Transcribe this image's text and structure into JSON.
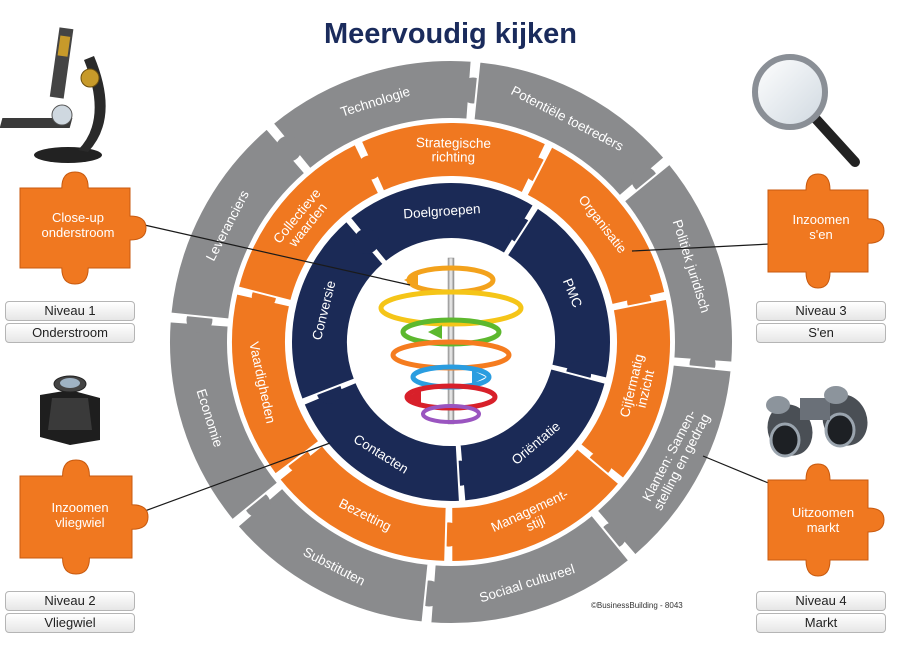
{
  "title": "Meervoudig kijken",
  "copyright": "©BusinessBuilding - 8043",
  "outer_ring": [
    "Technologie",
    "Potentiële toetreders",
    "Politiek juridisch",
    "Klanten: Samen-|stelling en gedrag",
    "Sociaal cultureel",
    "Substituten",
    "Economie",
    "Leveranciers"
  ],
  "middle_ring": [
    "Strategische|richting",
    "Organisatie",
    "Cijfermatig|inzicht",
    "Management-|stijl",
    "Bezetting",
    "Vaardigheden",
    "Collectieve|waarden"
  ],
  "inner_ring": [
    "Doelgroepen",
    "PMC",
    "Oriëntatie",
    "Contacten",
    "Conversie"
  ],
  "corners": [
    {
      "piece": "Close-up onderstroom",
      "level": "Niveau 1",
      "name": "Onderstroom",
      "icon": "microscope-icon"
    },
    {
      "piece": "Inzoomen s'en",
      "level": "Niveau 3",
      "name": "S'en",
      "icon": "magnifier-icon"
    },
    {
      "piece": "Inzoomen vliegwiel",
      "level": "Niveau 2",
      "name": "Vliegwiel",
      "icon": "loupe-icon"
    },
    {
      "piece": "Uitzoomen markt",
      "level": "Niveau 4",
      "name": "Markt",
      "icon": "binoculars-icon"
    }
  ],
  "colors": {
    "outer": "#8a8b8d",
    "middle": "#f07820",
    "inner": "#1b2a56",
    "title": "#1a2b5c"
  }
}
